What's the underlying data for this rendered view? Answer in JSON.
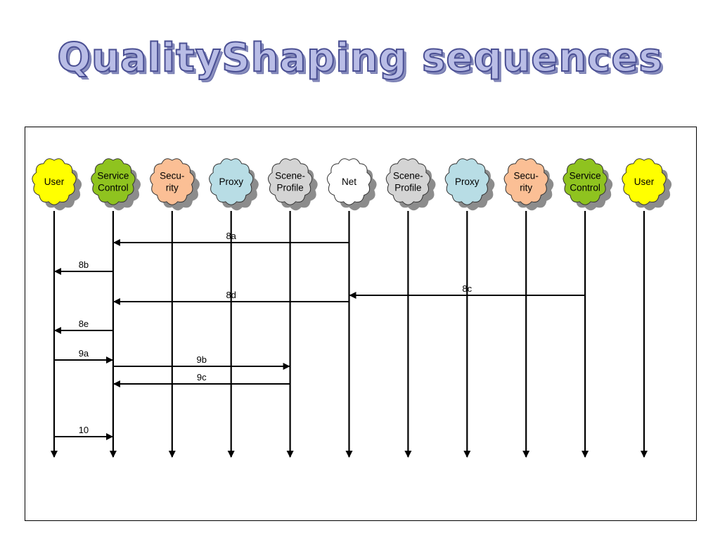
{
  "title": "QualityShaping sequences",
  "colors": {
    "yellow": "#ffff00",
    "green": "#8fc31f",
    "peach": "#fbbf95",
    "lightblue": "#b8dde5",
    "lightgray": "#d4d4d4",
    "white": "#ffffff",
    "shadow": "#8c8c8c"
  },
  "participants": [
    {
      "lines": [
        "User"
      ],
      "color": "#ffff00",
      "icon": "cloud-icon"
    },
    {
      "lines": [
        "Service",
        "Control"
      ],
      "color": "#8fc31f",
      "icon": "cloud-icon"
    },
    {
      "lines": [
        "Secu-",
        "rity"
      ],
      "color": "#fbbf95",
      "icon": "cloud-icon"
    },
    {
      "lines": [
        "Proxy"
      ],
      "color": "#b8dde5",
      "icon": "cloud-icon"
    },
    {
      "lines": [
        "Scene-",
        "Profile"
      ],
      "color": "#d4d4d4",
      "icon": "cloud-icon"
    },
    {
      "lines": [
        "Net"
      ],
      "color": "#ffffff",
      "icon": "cloud-icon"
    },
    {
      "lines": [
        "Scene-",
        "Profile"
      ],
      "color": "#d4d4d4",
      "icon": "cloud-icon"
    },
    {
      "lines": [
        "Proxy"
      ],
      "color": "#b8dde5",
      "icon": "cloud-icon"
    },
    {
      "lines": [
        "Secu-",
        "rity"
      ],
      "color": "#fbbf95",
      "icon": "cloud-icon"
    },
    {
      "lines": [
        "Service",
        "Control"
      ],
      "color": "#8fc31f",
      "icon": "cloud-icon"
    },
    {
      "lines": [
        "User"
      ],
      "color": "#ffff00",
      "icon": "cloud-icon"
    }
  ],
  "messages": [
    {
      "label": "8a",
      "from": 5,
      "to": 1
    },
    {
      "label": "8b",
      "from": 1,
      "to": 0
    },
    {
      "label": "8c",
      "from": 9,
      "to": 5
    },
    {
      "label": "8d",
      "from": 5,
      "to": 1
    },
    {
      "label": "8e",
      "from": 1,
      "to": 0
    },
    {
      "label": "9a",
      "from": 0,
      "to": 1
    },
    {
      "label": "9b",
      "from": 1,
      "to": 4
    },
    {
      "label": "9c",
      "from": 4,
      "to": 1
    },
    {
      "label": "10",
      "from": 0,
      "to": 1
    }
  ]
}
